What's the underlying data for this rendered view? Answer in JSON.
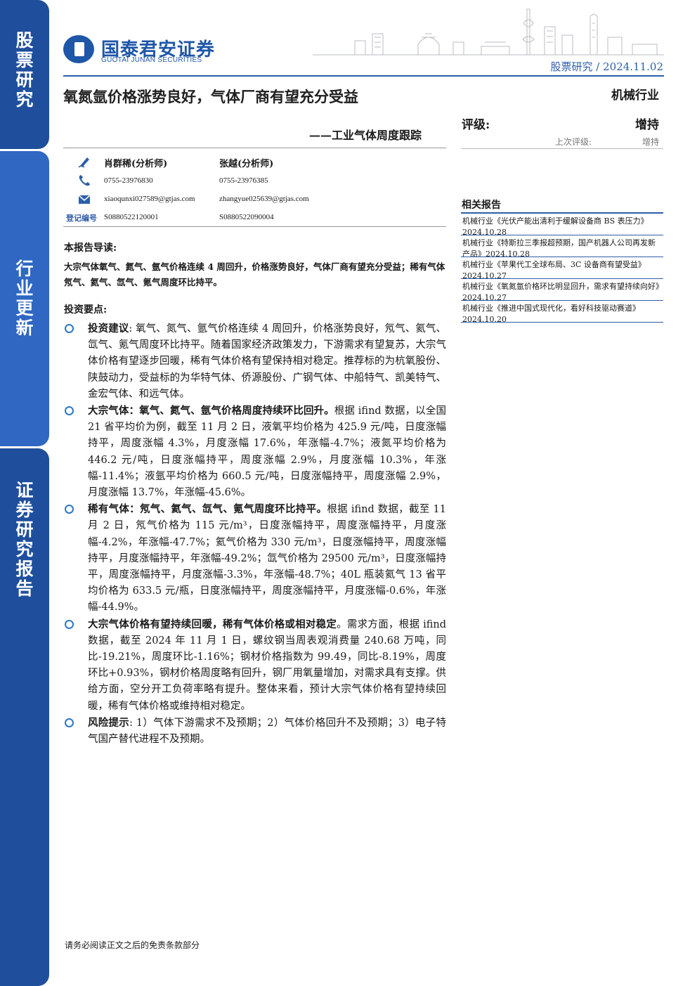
{
  "sidebar": {
    "tab1": [
      "股",
      "票",
      "研",
      "究"
    ],
    "tab2": [
      "行",
      "业",
      "更",
      "新"
    ],
    "tab3": [
      "证",
      "券",
      "研",
      "究",
      "报",
      "告"
    ]
  },
  "logo": {
    "cn": "国泰君安证券",
    "en": "GUOTAI JUNAN SECURITIES"
  },
  "header": {
    "crumb": "股票研究 / 2024.11.02"
  },
  "title": "氧氮氩价格涨势良好，气体厂商有望充分受益",
  "subtitle": "——工业气体周度跟踪",
  "rating": {
    "industry": "机械行业",
    "label": "评级:",
    "value": "增持",
    "prev_label": "上次评级:",
    "prev_value": "增持"
  },
  "analysts": [
    {
      "name": "肖群稀(分析师)",
      "phone": "0755-23976830",
      "email": "xiaoqunxi027589@gtjas.com",
      "reg": "S0880522120001"
    },
    {
      "name": "张越(分析师)",
      "phone": "0755-23976385",
      "email": "zhangyue025639@gtjas.com",
      "reg": "S0880522090004"
    }
  ],
  "reg_label": "登记编号",
  "related": {
    "title": "相关报告",
    "items": [
      "机械行业《光伏产能出清利于缓解设备商 BS 表压力》2024.10.28",
      "机械行业《特斯拉三季报超预期，国产机器人公司再发新产品》2024.10.28",
      "机械行业《苹果代工全球布局、3C 设备商有望受益》2024.10.27",
      "机械行业《氧氮氩价格环比明显回升，需求有望持续向好》2024.10.27",
      "机械行业《推进中国式现代化，看好科技驱动赛道》2024.10.20"
    ]
  },
  "guide": {
    "title": "本报告导读:",
    "text": "大宗气体氧气、氮气、氩气价格连续 4 周回升，价格涨势良好，气体厂商有望充分受益；稀有气体氖气、氦气、氙气、氪气周度环比持平。"
  },
  "points": {
    "title": "投资要点:",
    "items": [
      {
        "head": "投资建议",
        "sep": ": ",
        "body": "氧气、氮气、氩气价格连续 4 周回升，价格涨势良好，氖气、氦气、氙气、氪气周度环比持平。随着国家经济政策发力，下游需求有望复苏，大宗气体价格有望逐步回暖，稀有气体价格有望保持相对稳定。推荐标的为杭氧股份、陕鼓动力，受益标的为华特气体、侨源股份、广钢气体、中船特气、凯美特气、金宏气体、和远气体。"
      },
      {
        "head": "大宗气体：氧气、氮气、氩气价格周度持续环比回升。",
        "sep": "",
        "body": "根据 ifind 数据，以全国 21 省平均价为例，截至 11 月 2 日，液氧平均价格为 425.9 元/吨，日度涨幅持平，周度涨幅 4.3%，月度涨幅 17.6%，年涨幅-4.7%；液氮平均价格为 446.2 元/吨，日度涨幅持平，周度涨幅 2.9%，月度涨幅 10.3%，年涨幅-11.4%；液氩平均价格为 660.5 元/吨，日度涨幅持平，周度涨幅 2.9%，月度涨幅 13.7%，年涨幅-45.6%。"
      },
      {
        "head": "稀有气体：氖气、氦气、氙气、氪气周度环比持平。",
        "sep": "",
        "body": "根据 ifind 数据，截至 11 月 2 日，氖气价格为 115 元/m³，日度涨幅持平，周度涨幅持平，月度涨幅-4.2%，年涨幅-47.7%；氦气价格为 330 元/m³，日度涨幅持平，周度涨幅持平，月度涨幅持平，年涨幅-49.2%；氙气价格为 29500 元/m³，日度涨幅持平，周度涨幅持平，月度涨幅-3.3%，年涨幅-48.7%；40L 瓶装氦气 13 省平均价格为 633.5 元/瓶，日度涨幅持平，周度涨幅持平，月度涨幅-0.6%，年涨幅-44.9%。"
      },
      {
        "head": "大宗气体价格有望持续回暖，稀有气体价格或相对稳定",
        "sep": "。",
        "body": "需求方面，根据 ifind 数据，截至 2024 年 11 月 1 日，螺纹钢当周表观消费量 240.68 万吨，同比-19.21%，周度环比-1.16%；钢材价格指数为 99.49，同比-8.19%，周度环比+0.93%，钢材价格周度略有回升，钢厂用氧量增加，对需求具有支撑。供给方面，空分开工负荷率略有提升。整体来看，预计大宗气体价格有望持续回暖，稀有气体价格或维持相对稳定。"
      },
      {
        "head": "风险提示",
        "sep": ": ",
        "body": "1）气体下游需求不及预期；2）气体价格回升不及预期；3）电子特气国产替代进程不及预期。"
      }
    ]
  },
  "footer": "请务必阅读正文之后的免责条款部分"
}
